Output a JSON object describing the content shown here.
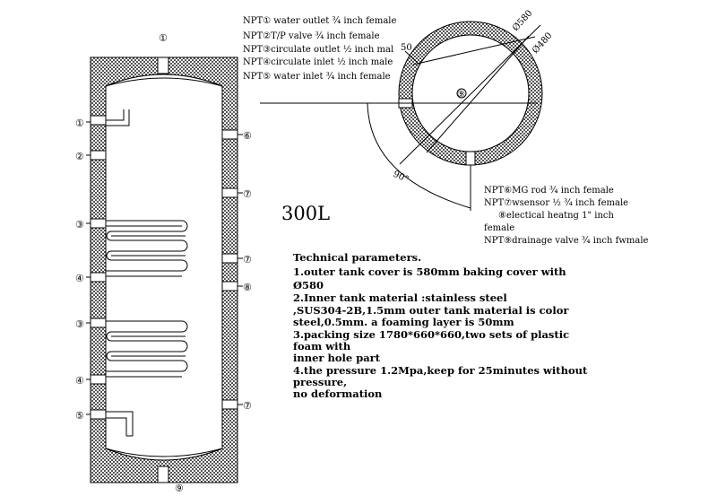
{
  "colors": {
    "ink": "#000000",
    "background": "#ffffff",
    "insulation_fill": "#555555"
  },
  "tank_label": "300L",
  "callouts": {
    "top_port": "①",
    "left": [
      "①",
      "②",
      "③",
      "④",
      "③",
      "④",
      "⑤"
    ],
    "right": [
      "⑥",
      "⑦",
      "⑦",
      "⑧",
      "⑦"
    ],
    "bottom_port": "⑨",
    "plan_center": "⑨"
  },
  "plan_view": {
    "outer_diameter_label": "Ø580",
    "inner_diameter_label": "Ø480",
    "angle_label": "90°",
    "cut_label": "50"
  },
  "legend_top": [
    "NPT① water outlet ¾ inch female",
    "NPT②T/P valve ¾   inch female",
    "NPT③circulate outlet ½ inch mal",
    "NPT④circulate inlet ½ inch male",
    "NPT⑤ water inlet ¾ inch female"
  ],
  "legend_right": [
    "NPT⑥MG rod ¾ inch female",
    "NPT⑦wsensor ½  ¾  inch female",
    "⑧electical heatng 1\" inch",
    "female",
    "NPT⑨drainage valve ¾ inch fwmale"
  ],
  "technical": {
    "title": "Technical parameters.",
    "lines": [
      "1.outer tank cover is 580mm baking cover with",
      "Ø580",
      "2.Inner tank material :stainless steel",
      ",SUS304-2B,1.5mm outer tank material is color",
      "steel,0.5mm. a foaming layer is 50mm",
      "3.packing size 1780*660*660,two sets of plastic",
      "foam with",
      "inner hole part",
      "4.the pressure 1.2Mpa,keep for 25minutes without",
      "pressure,",
      "no deformation"
    ]
  }
}
